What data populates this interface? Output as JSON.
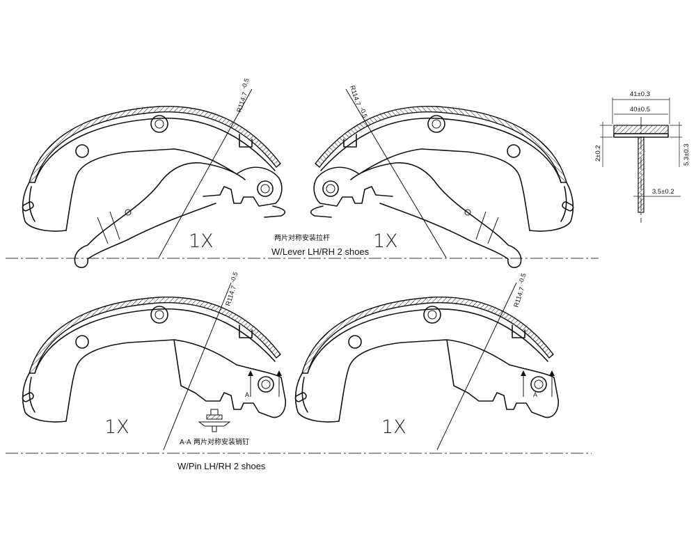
{
  "radius_label": "R114.7",
  "radius_tol": "-0.5",
  "quantity_label": "1X",
  "section_marker": "A",
  "row1": {
    "cn_note": "两片对称安装拉杆",
    "caption": "W/Lever  LH/RH 2 shoes"
  },
  "row2": {
    "cn_note": "A-A 两片对称安装销钉",
    "caption": "W/Pin  LH/RH 2 shoes"
  },
  "section": {
    "dim_41": "41±0.3",
    "dim_40": "40±0.5",
    "dim_2": "2±0.2",
    "dim_5_3": "5.3±0.3",
    "dim_3_5": "3.5±0.2"
  }
}
